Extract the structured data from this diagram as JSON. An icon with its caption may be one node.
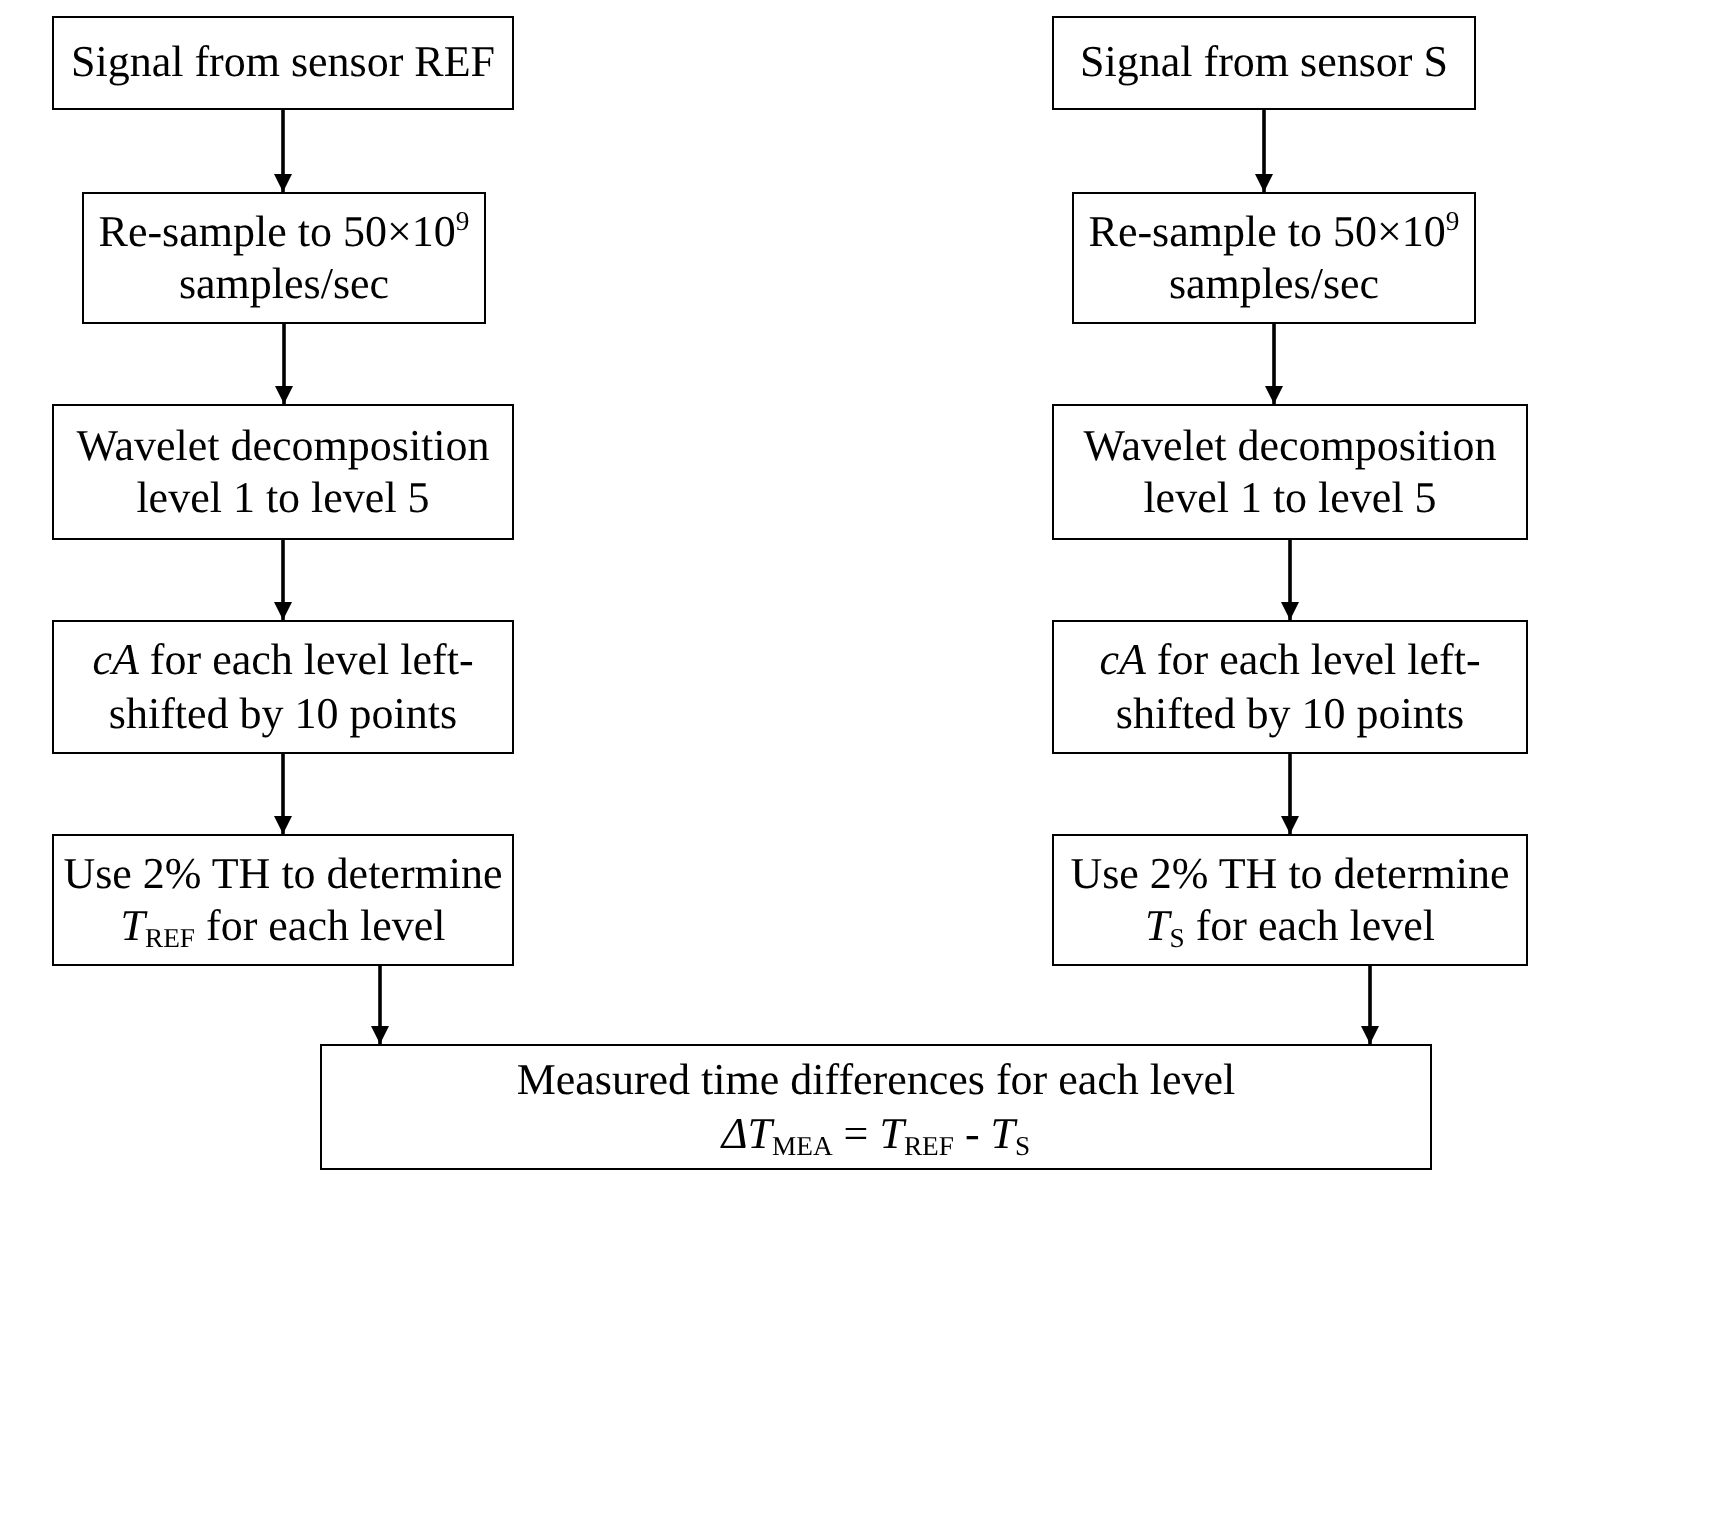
{
  "diagram": {
    "nodes": [
      {
        "text": [
          "Signal from sensor REF"
        ]
      },
      {
        "text": [
          "Re-sample to 50×10$^{9}$ samples/sec"
        ]
      },
      {
        "text": [
          "Wavelet decomposition level 1 to level 5"
        ]
      },
      {
        "text": [
          "*cA* for each level left-shifted by 10 points"
        ]
      },
      {
        "text": [
          "Use 2% TH to determine *T*$_{REF}$ for each level"
        ]
      },
      {
        "text": [
          "Signal from sensor S"
        ]
      },
      {
        "text": [
          "Re-sample to 50×10$^{9}$ samples/sec"
        ]
      },
      {
        "text": [
          "Wavelet decomposition level 1 to level 5"
        ]
      },
      {
        "text": [
          "*cA* for each level left-shifted by 10 points"
        ]
      },
      {
        "text": [
          "Use 2% TH to determine *T*$_{S}$ for each level"
        ]
      },
      {
        "text": [
          "Measured time differences for each level",
          "*ΔT*$_{MEA}$ = *T*$_{REF}$ - *T*$_{S}$"
        ]
      }
    ],
    "edges": [
      {
        "from": 0,
        "to": 1,
        "arrow": "to"
      },
      {
        "from": 1,
        "to": 2,
        "arrow": "to"
      },
      {
        "from": 2,
        "to": 3,
        "arrow": "to"
      },
      {
        "from": 3,
        "to": 4,
        "arrow": "to"
      },
      {
        "from": 4,
        "to": 10,
        "arrow": "to"
      },
      {
        "from": 5,
        "to": 6,
        "arrow": "to"
      },
      {
        "from": 6,
        "to": 7,
        "arrow": "to"
      },
      {
        "from": 7,
        "to": 8,
        "arrow": "to"
      },
      {
        "from": 8,
        "to": 9,
        "arrow": "to"
      },
      {
        "from": 9,
        "to": 10,
        "arrow": "to"
      }
    ]
  }
}
